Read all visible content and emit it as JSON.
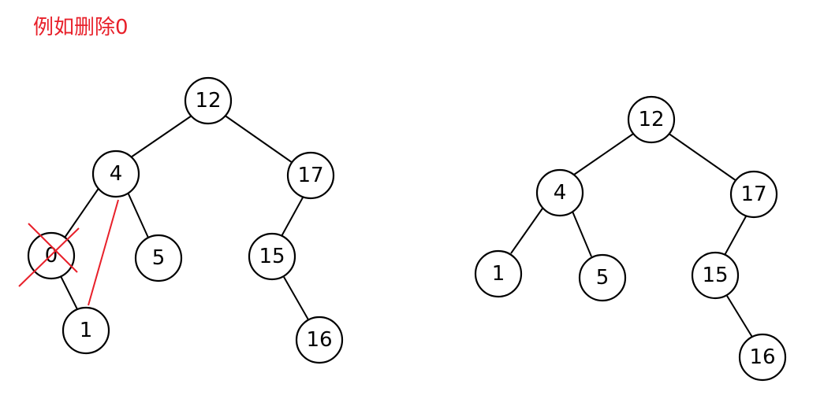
{
  "caption": "例如删除0",
  "colors": {
    "annotation": "#e8202a",
    "stroke": "#000000",
    "node_fill": "#ffffff"
  },
  "before_tree": {
    "nodes": {
      "n12": "12",
      "n4": "4",
      "n17": "17",
      "n0": "0",
      "n5": "5",
      "n15": "15",
      "n1": "1",
      "n16": "16"
    },
    "deleted_node": "0"
  },
  "after_tree": {
    "nodes": {
      "n12": "12",
      "n4": "4",
      "n17": "17",
      "n1": "1",
      "n5": "5",
      "n15": "15",
      "n16": "16"
    }
  }
}
